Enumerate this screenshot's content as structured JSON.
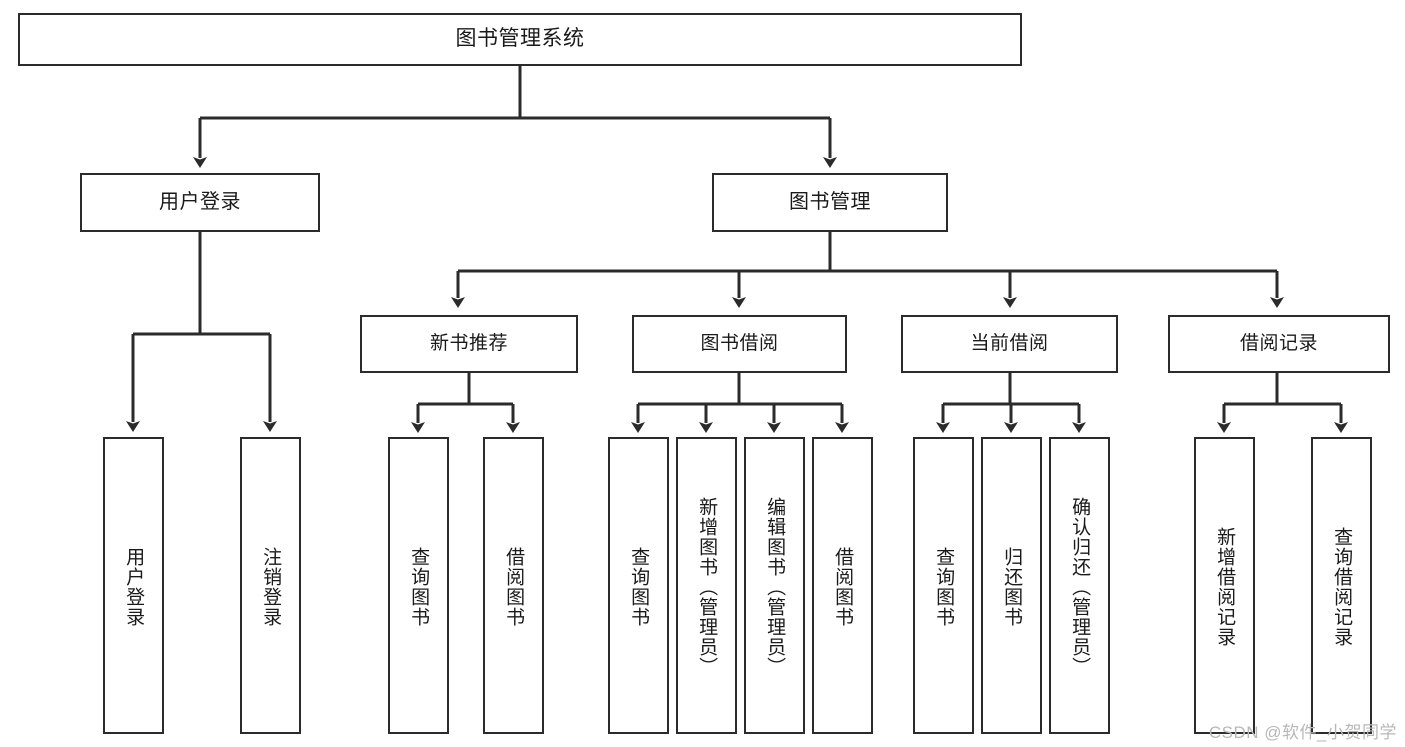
{
  "diagram": {
    "title_node": {
      "label": "图书管理系统"
    },
    "level1": [
      {
        "label": "用户登录"
      },
      {
        "label": "图书管理"
      }
    ],
    "level2": [
      {
        "label": "新书推荐"
      },
      {
        "label": "图书借阅"
      },
      {
        "label": "当前借阅"
      },
      {
        "label": "借阅记录"
      }
    ],
    "leaves": {
      "user_login": [
        {
          "label": "用户登录"
        },
        {
          "label": "注销登录"
        }
      ],
      "new_book_recommend": [
        {
          "label": "查询图书"
        },
        {
          "label": "借阅图书"
        }
      ],
      "book_borrow": [
        {
          "label": "查询图书"
        },
        {
          "label": "新增图书（管理员）"
        },
        {
          "label": "编辑图书（管理员）"
        },
        {
          "label": "借阅图书"
        }
      ],
      "current_borrow": [
        {
          "label": "查询图书"
        },
        {
          "label": "归还图书"
        },
        {
          "label": "确认归还（管理员）"
        }
      ],
      "borrow_record": [
        {
          "label": "新增借阅记录"
        },
        {
          "label": "查询借阅记录"
        }
      ]
    }
  },
  "watermark": {
    "text": "CSDN @软件_小贺同学"
  },
  "colors": {
    "box_border": "#2b2b2b",
    "box_fill": "#ffffff",
    "connector": "#2b2b2b",
    "text": "#1a1a1a",
    "watermark": "#b8b8b8"
  }
}
